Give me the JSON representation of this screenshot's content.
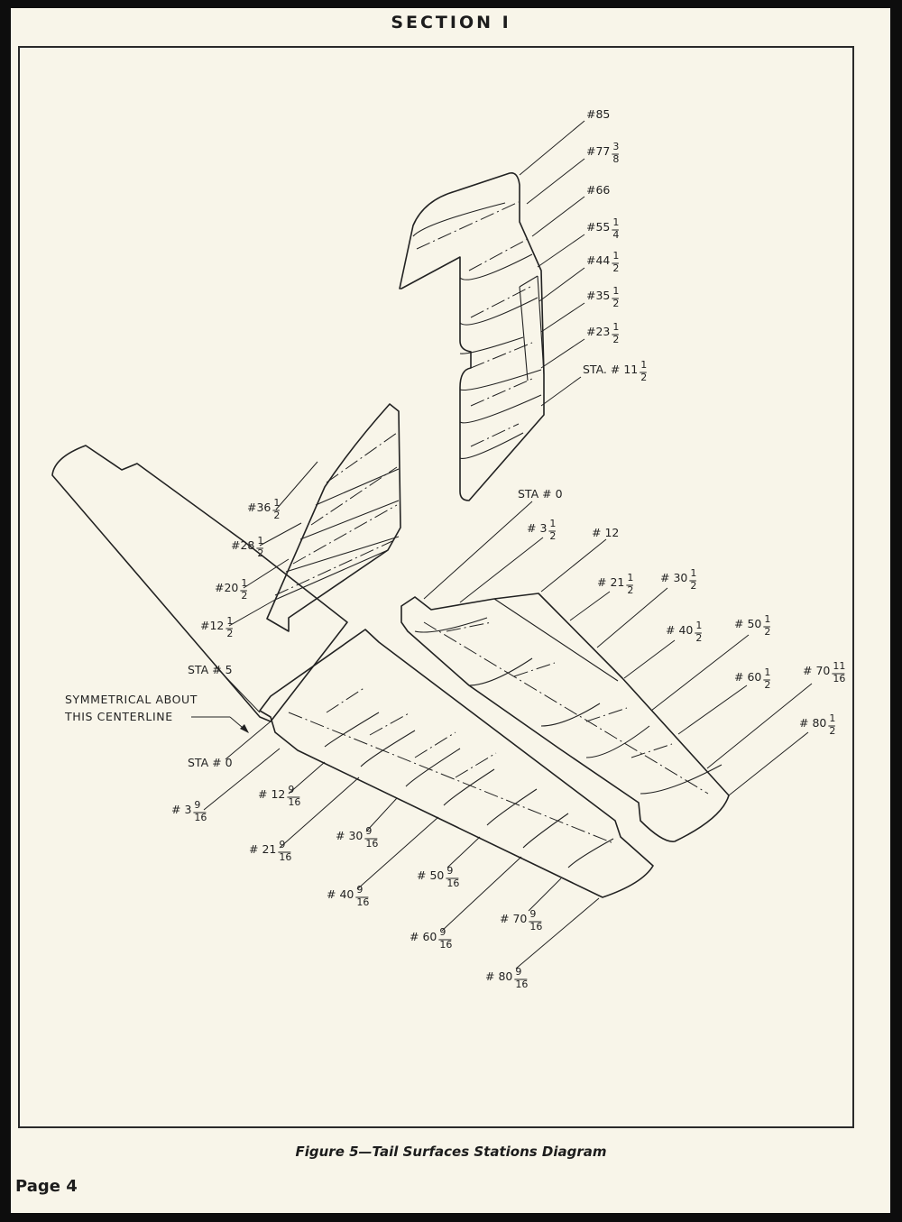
{
  "header": {
    "section_title": "SECTION I"
  },
  "figure": {
    "caption": "Figure 5—Tail Surfaces Stations Diagram",
    "note": [
      "SYMMETRICAL ABOUT",
      "THIS CENTERLINE"
    ]
  },
  "page": {
    "number_label": "Page 4"
  },
  "fin_stations": [
    {
      "whole": "#85",
      "num": "",
      "den": ""
    },
    {
      "whole": "#77",
      "num": "3",
      "den": "8"
    },
    {
      "whole": "#66",
      "num": "",
      "den": ""
    },
    {
      "whole": "#55",
      "num": "1",
      "den": "4"
    },
    {
      "whole": "#44",
      "num": "1",
      "den": "2"
    },
    {
      "whole": "#35",
      "num": "1",
      "den": "2"
    },
    {
      "whole": "#23",
      "num": "1",
      "den": "2"
    },
    {
      "whole": "STA. # 11",
      "num": "1",
      "den": "2"
    }
  ],
  "left_stab_stations": [
    {
      "whole": "#36",
      "num": "1",
      "den": "2"
    },
    {
      "whole": "#28",
      "num": "1",
      "den": "2"
    },
    {
      "whole": "#20",
      "num": "1",
      "den": "2"
    },
    {
      "whole": "#12",
      "num": "1",
      "den": "2"
    },
    {
      "whole": "STA # 5",
      "num": "",
      "den": ""
    }
  ],
  "right_stab_stations": [
    {
      "whole": "STA # 0",
      "num": "",
      "den": ""
    },
    {
      "whole": "# 3",
      "num": "1",
      "den": "2"
    },
    {
      "whole": "# 12",
      "num": "",
      "den": ""
    },
    {
      "whole": "# 21",
      "num": "1",
      "den": "2"
    },
    {
      "whole": "# 30",
      "num": "1",
      "den": "2"
    },
    {
      "whole": "# 40",
      "num": "1",
      "den": "2"
    },
    {
      "whole": "# 50",
      "num": "1",
      "den": "2"
    },
    {
      "whole": "# 60",
      "num": "1",
      "den": "2"
    },
    {
      "whole": "# 70",
      "num": "11",
      "den": "16"
    },
    {
      "whole": "# 80",
      "num": "1",
      "den": "2"
    }
  ],
  "elevator_stations": [
    {
      "whole": "STA # 0",
      "num": "",
      "den": ""
    },
    {
      "whole": "# 3",
      "num": "9",
      "den": "16"
    },
    {
      "whole": "# 12",
      "num": "9",
      "den": "16"
    },
    {
      "whole": "# 21",
      "num": "9",
      "den": "16"
    },
    {
      "whole": "# 30",
      "num": "9",
      "den": "16"
    },
    {
      "whole": "# 40",
      "num": "9",
      "den": "16"
    },
    {
      "whole": "# 50",
      "num": "9",
      "den": "16"
    },
    {
      "whole": "# 60",
      "num": "9",
      "den": "16"
    },
    {
      "whole": "# 70",
      "num": "9",
      "den": "16"
    },
    {
      "whole": "# 80",
      "num": "9",
      "den": "16"
    }
  ]
}
